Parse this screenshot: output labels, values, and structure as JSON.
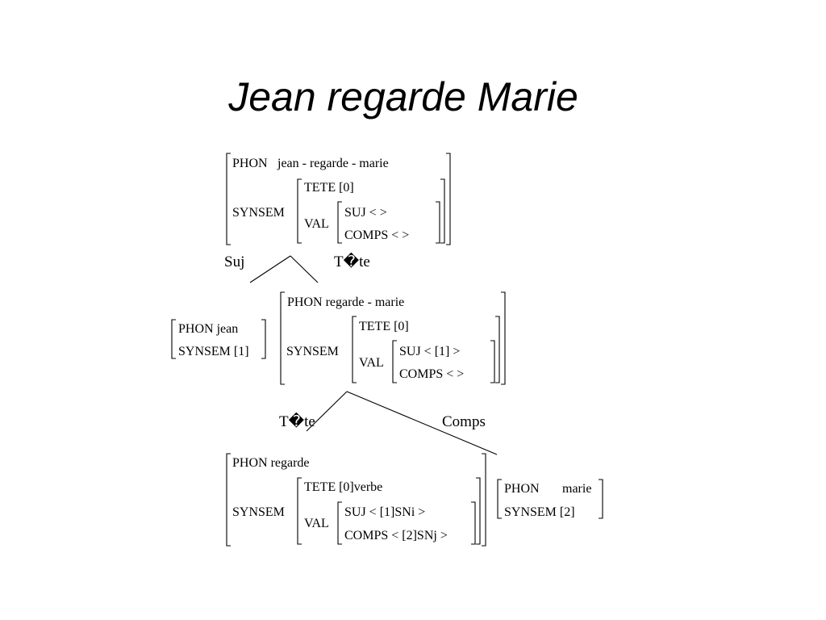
{
  "title": "Jean regarde Marie",
  "avm_root": {
    "phon_label": "PHON",
    "phon_value": "jean  - regarde - marie",
    "synsem_label": "SYNSEM",
    "tete": "TETE [0]",
    "val_label": "VAL",
    "suj": "SUJ   <   >",
    "comps": "COMPS   <   >"
  },
  "branch_labels_top": {
    "suj": "Suj",
    "tete": "T�te"
  },
  "avm_jean": {
    "phon": "PHON jean",
    "synsem": "SYNSEM [1]"
  },
  "avm_mid": {
    "phon": "PHON regarde - marie",
    "synsem_label": "SYNSEM",
    "tete": "TETE [0]",
    "val_label": "VAL",
    "suj": "SUJ   < [1] >",
    "comps": "COMPS   <   >"
  },
  "branch_labels_mid": {
    "tete": "T�te",
    "comps": "Comps"
  },
  "avm_verb": {
    "phon": "PHON regarde",
    "synsem_label": "SYNSEM",
    "tete": "TETE [0]verbe",
    "val_label": "VAL",
    "suj": "SUJ   < [1]SNi >",
    "comps": "COMPS   < [2]SNj >"
  },
  "avm_marie": {
    "phon_label": "PHON",
    "phon_value": "marie",
    "synsem": "SYNSEM [2]"
  }
}
